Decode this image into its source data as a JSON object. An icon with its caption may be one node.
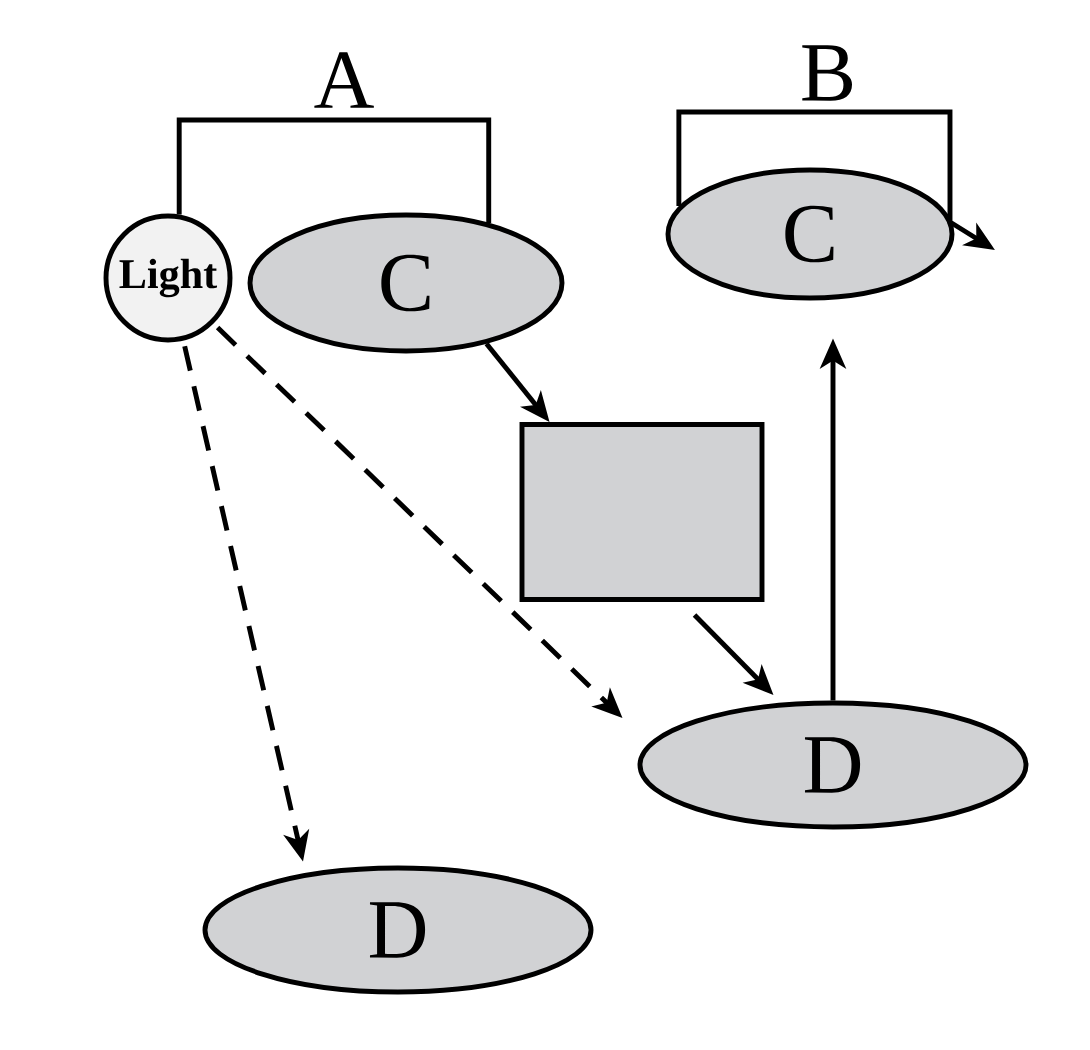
{
  "diagram": {
    "nodes": [
      {
        "text": [
          "Light"
        ]
      },
      {
        "text": [
          "C"
        ]
      },
      {
        "text": [
          "C"
        ]
      },
      {
        "text": [],
        "shape": "box"
      },
      {
        "text": [
          "D"
        ]
      },
      {
        "text": [
          "D"
        ]
      }
    ],
    "edges": [
      {
        "from": 0,
        "to": 1,
        "arrow": "none",
        "label": "A"
      },
      {
        "from": 2,
        "to": null,
        "arrow": "to",
        "label": "B"
      },
      {
        "from": 1,
        "to": 3,
        "arrow": "to"
      },
      {
        "from": 3,
        "to": 4,
        "arrow": "to"
      },
      {
        "from": 4,
        "to": 2,
        "arrow": "to"
      },
      {
        "from": 0,
        "to": 5,
        "arrow": "to",
        "style": "dashed"
      },
      {
        "from": 0,
        "to": 4,
        "arrow": "to",
        "style": "dashed"
      }
    ]
  }
}
